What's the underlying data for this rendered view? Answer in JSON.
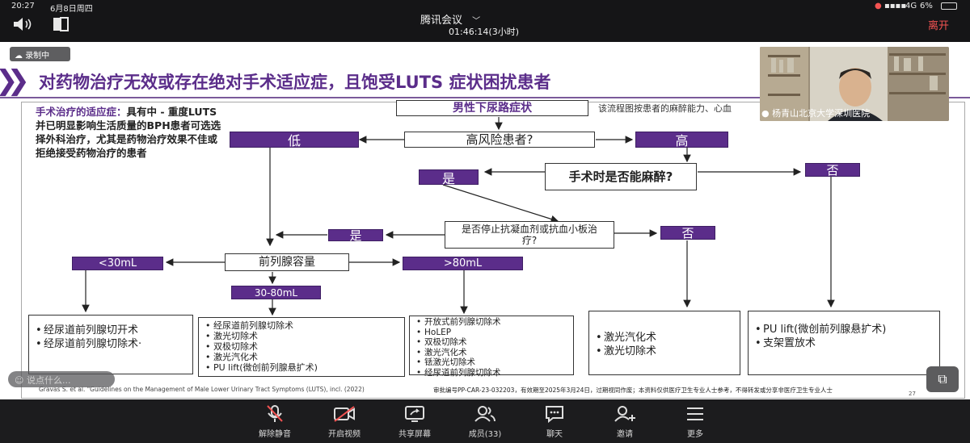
{
  "status": {
    "time": "20:27",
    "date": "6月8日周四",
    "network": "4G",
    "battery": "6%"
  },
  "meeting": {
    "app_title": "腾讯会议",
    "duration": "01:46:14(3小时)",
    "leave_label": "离开"
  },
  "recording_label": "录制中",
  "slide": {
    "title": "对药物治疗无效或存在绝对手术适应症，且饱受LUTS 症状困扰患者",
    "note_heading": "手术治疗的适应症：",
    "note_body": "具有中 - 重度LUTS并已明显影响生活质量的BPH患者可选选择外科治疗，尤其是药物治疗效果不佳或拒绝接受药物治疗的患者",
    "start_box": "男性下尿路症状",
    "side_note": "该流程图按患者的麻醉能力、心血",
    "high_risk_q": "高风险患者?",
    "low_label": "低",
    "high_label": "高",
    "anesthesia_q": "手术时是否能麻醉?",
    "yes1": "是",
    "no1": "否",
    "stop_q": "是否停止抗凝血剂或抗血小板治疗?",
    "yes2": "是",
    "no2": "否",
    "volume_box": "前列腺容量",
    "lt30": "<30mL",
    "gt80": ">80mL",
    "mid": "30-80mL",
    "list1": [
      "经尿道前列腺切开术",
      "经尿道前列腺切除术·"
    ],
    "list2": [
      "经尿道前列腺切除术",
      "激光切除术",
      "双极切除术",
      "激光汽化术",
      "PU lift(微创前列腺悬扩术)"
    ],
    "list3": [
      "开放式前列腺切除术",
      "HoLEP",
      "双极切除术",
      "激光汽化术",
      "铥激光切除术",
      "经尿道前列腺切除术"
    ],
    "list4": [
      "激光汽化术",
      "激光切除术"
    ],
    "list5": [
      "PU lift(微创前列腺悬扩术)",
      "支架置放术"
    ],
    "reference": "Gravas S. et al. \"Guidelines on the Management of Male Lower Urinary Tract Symptoms (LUTS), incl. (2022)",
    "approval": "审批编号PP-CAR-23-032203，有效期至2025年3月24日，过期视同作废；本资料仅供医疗卫生专业人士参考，不得转发或分享非医疗卫生专业人士",
    "page_number": "27"
  },
  "video": {
    "speaker_name": "杨青山北京大学深圳医院"
  },
  "chat_placeholder": "说点什么...",
  "toolbar": {
    "unmute": "解除静音",
    "video": "开启视频",
    "share": "共享屏幕",
    "members": "成员(33)",
    "chat": "聊天",
    "invite": "邀请",
    "more": "更多"
  },
  "colors": {
    "accent_purple": "#5b2d8a",
    "leave_red": "#f35352"
  }
}
